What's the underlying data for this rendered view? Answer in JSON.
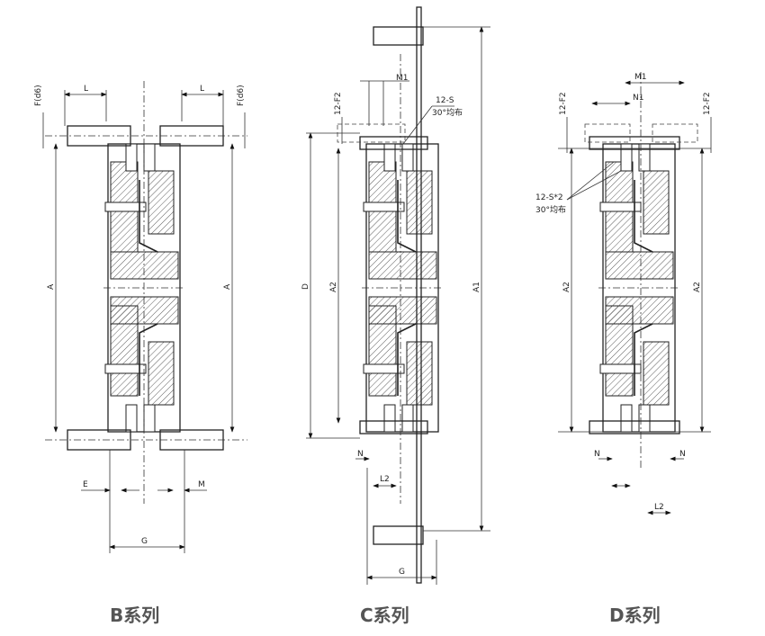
{
  "series": [
    {
      "title": "B系列",
      "labels": {
        "L_left": "L",
        "L_right": "L",
        "F_left": "F(d6)",
        "F_right": "F(d6)",
        "A_left": "A",
        "A_right": "A",
        "E": "E",
        "M": "M",
        "G": "G"
      }
    },
    {
      "title": "C系列",
      "labels": {
        "M1": "M1",
        "F2": "12-F2",
        "S": "12-S",
        "angle": "30°均布",
        "D": "D",
        "A2": "A2",
        "A1": "A1",
        "N": "N",
        "L2": "L2",
        "G": "G"
      }
    },
    {
      "title": "D系列",
      "labels": {
        "M1": "M1",
        "N1": "N1",
        "F2_left": "12-F2",
        "F2_right": "12-F2",
        "S": "12-S*2",
        "angle": "30°均布",
        "A2_left": "A2",
        "A2_right": "A2",
        "N_left": "N",
        "N_right": "N",
        "L2": "L2"
      }
    }
  ]
}
